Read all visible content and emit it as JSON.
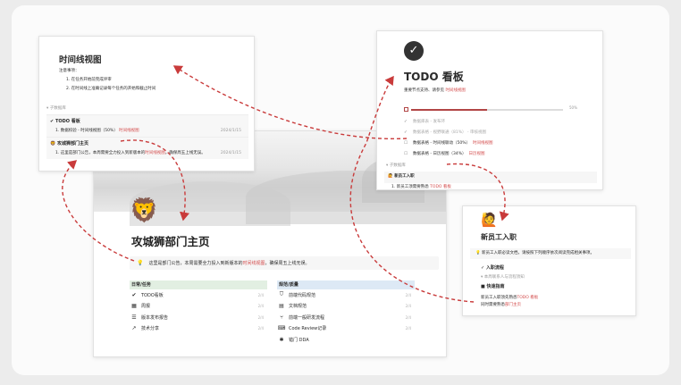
{
  "main_page": {
    "icon": "🦁",
    "title": "攻城狮部门主页",
    "callout_icon": "💡",
    "callout_text": "这里是部门公告，本周需要全力投入到新版本的",
    "callout_link": "时间线视图",
    "callout_suffix": "，确保周五上线无误。",
    "left_section": {
      "header": "日常/任务",
      "items": [
        {
          "icon": "check-circle-icon",
          "glyph": "✔",
          "label": "TODO看板",
          "count": "2/4"
        },
        {
          "icon": "calendar-icon",
          "glyph": "▦",
          "label": "周报",
          "count": "2/4"
        },
        {
          "icon": "server-icon",
          "glyph": "☰",
          "label": "版本发布报告",
          "count": "2/4"
        },
        {
          "icon": "share-icon",
          "glyph": "↗",
          "label": "技术分享",
          "count": "2/4"
        }
      ]
    },
    "right_section": {
      "header": "规范/质量",
      "items": [
        {
          "icon": "shield-icon",
          "glyph": "⛉",
          "label": "前端代码规范",
          "count": "2/4"
        },
        {
          "icon": "document-icon",
          "glyph": "▤",
          "label": "文档规范",
          "count": "2/4"
        },
        {
          "icon": "git-icon",
          "glyph": "⑂",
          "label": "前端一般研发流程",
          "count": "2/4"
        },
        {
          "icon": "code-icon",
          "glyph": "⌨",
          "label": "Code Review记录",
          "count": "2/4"
        },
        {
          "icon": "bug-icon",
          "glyph": "✱",
          "label": "错门 DDA",
          "count": ""
        }
      ]
    }
  },
  "timeline_card": {
    "title": "时间线视图",
    "note": "注意事项：",
    "list": [
      "1. 在任务开始前完成评审",
      "2. 在时间线上准确记录每个任务的开始和截止时间"
    ],
    "db_label": "▾ 子数据库",
    "groups": [
      {
        "icon": "✔",
        "header": "TODO 看板",
        "row": "1. 数据校验 - 时间线视图（50%）",
        "link": "时间线视图",
        "meta": "2024/1/15"
      },
      {
        "icon": "🦁",
        "header": "攻城狮部门主页",
        "row": "1. 这里是部门公告，本周需要全力投入到新版本的",
        "link": "时间线视图",
        "row_suffix": "，确保周五上线无误。",
        "meta": "2024/1/15"
      }
    ]
  },
  "todo_card": {
    "title": "TODO 看板",
    "subtitle": "重要节点支持、请参见",
    "subtitle_link": "时间线视图",
    "progress": 0.5,
    "progress_label": "50%",
    "items": [
      {
        "mark": "✓",
        "text": "数据库表 - 发布环",
        "done": true,
        "link": ""
      },
      {
        "mark": "✓",
        "text": "数据表格 - 视野联通（81%） - 审核视图",
        "done": true,
        "link": ""
      },
      {
        "mark": "☐",
        "text": "数据表格 - 时间线联动（50%）",
        "done": false,
        "link": "时间线视图"
      },
      {
        "mark": "☐",
        "text": "数据表格 - 日历视图（34%）",
        "done": false,
        "link": "日历视图"
      }
    ],
    "db_label": "▾ 子数据库",
    "group_header": "新员工入职",
    "group_row": "1. 新员工须需要熟悉",
    "group_link": "TODO 看板"
  },
  "onboarding_card": {
    "icon": "🙋",
    "title": "新员工入职",
    "callout": "💡 新员工入职必读文档，请按照下列顺序依次阅读完成相关事项。",
    "heading1": "✓ 入职流程",
    "list_label": "▾ 本周联系人与流程须知",
    "heading2": "■ 快速指南",
    "link1_prefix": "新员工入职须先熟悉",
    "link1": "TODO 看板",
    "link2_prefix": "同时需要熟悉",
    "link2": "部门主页"
  },
  "colors": {
    "accent_red": "#d34b4b",
    "arrow_red": "#c93b3b",
    "progress_fill": "#b14545",
    "left_header_bg": "#e2efe2",
    "right_header_bg": "#dde9f5"
  }
}
